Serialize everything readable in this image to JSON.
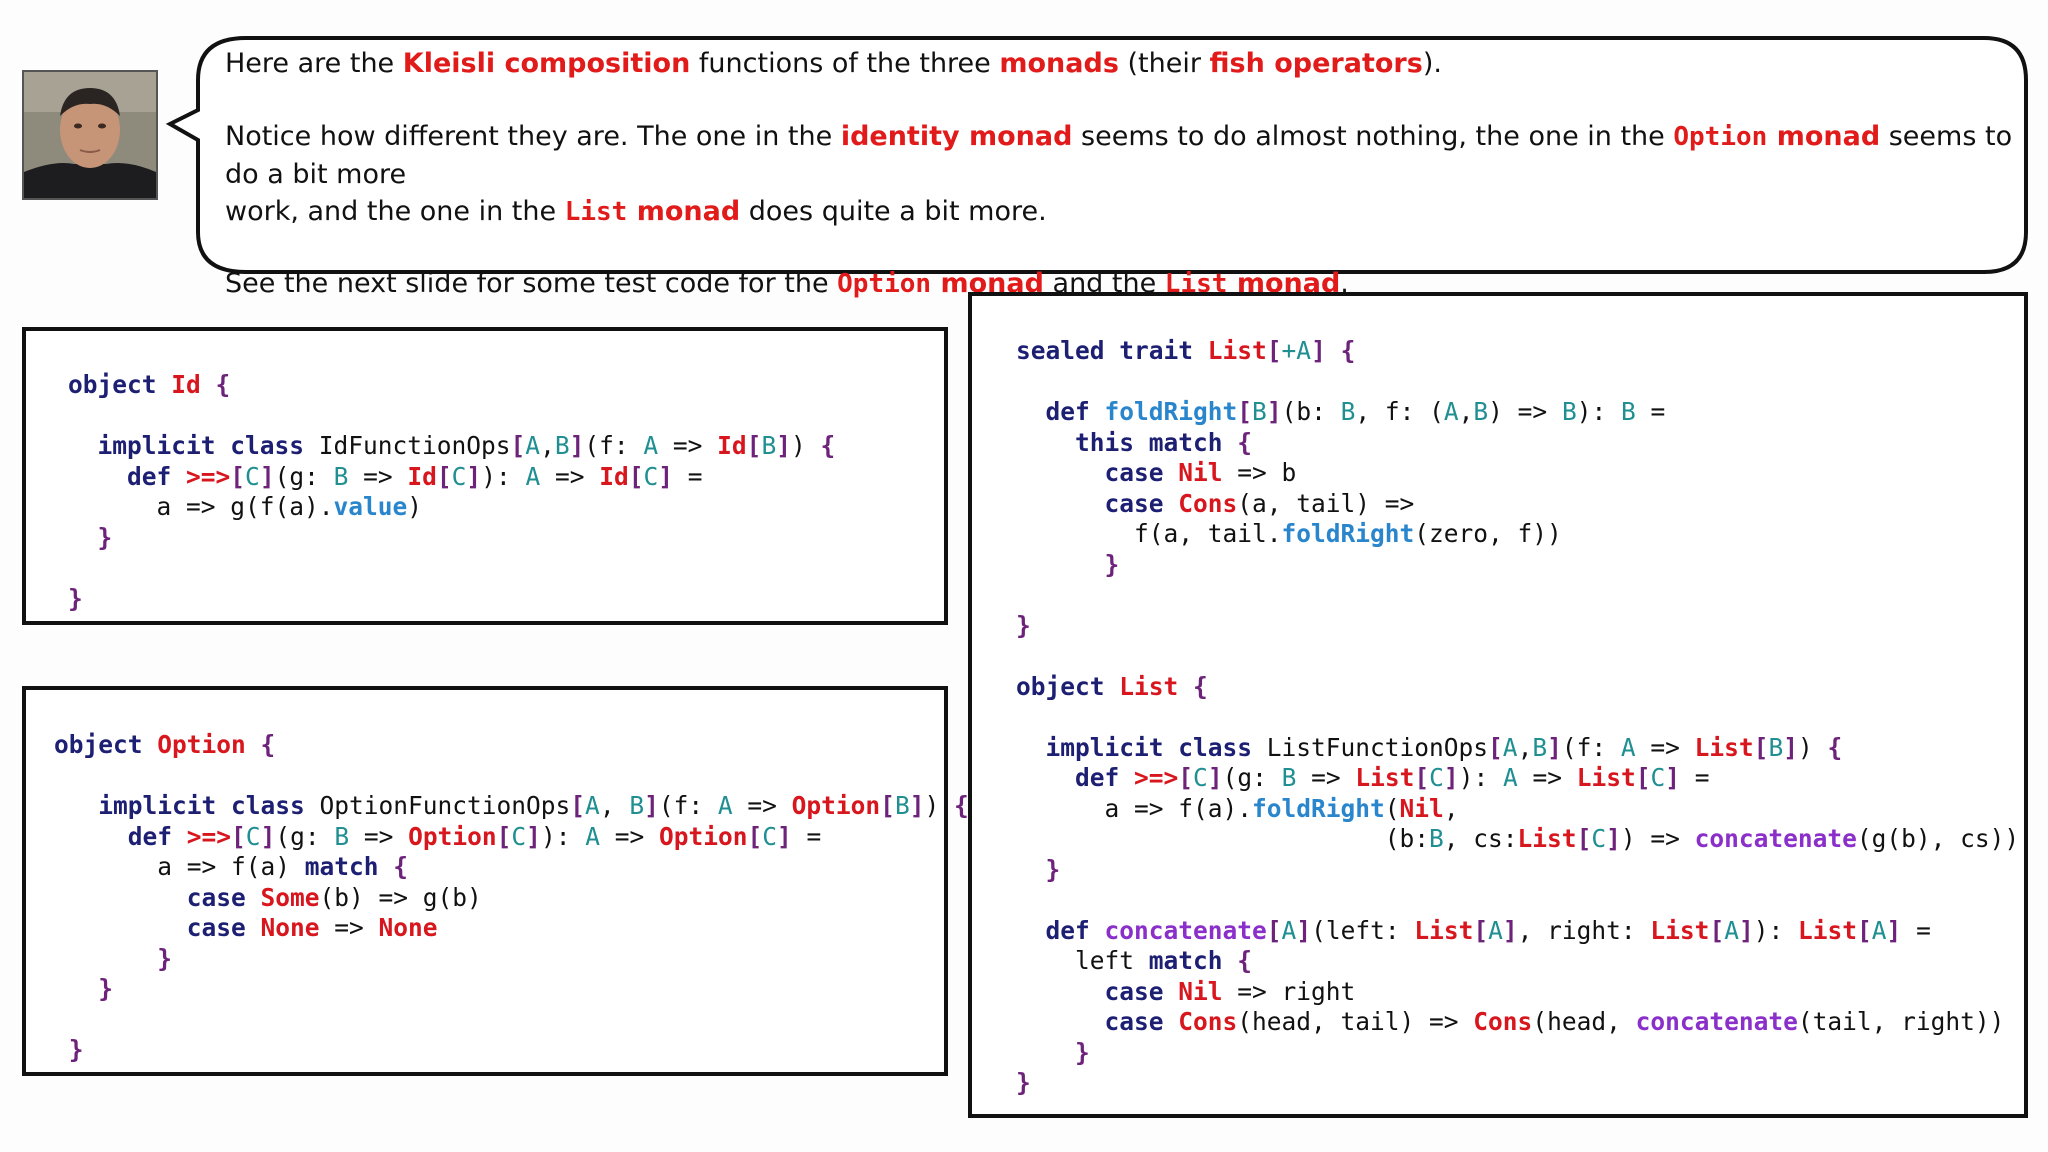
{
  "bubble": {
    "p1": [
      "Here are the ",
      "Kleisli composition",
      " functions of the three ",
      "monads",
      " (their ",
      "fish operators",
      ")."
    ],
    "p2": [
      "Notice how different they are. The one in the ",
      "identity monad",
      " seems to do almost nothing, the one in the ",
      "Option",
      " monad",
      " seems to do a bit more",
      "work, and the one in the ",
      "List",
      " monad",
      " does quite a bit more."
    ],
    "p3": [
      "See the next slide for some test code for the ",
      "Option",
      " monad",
      " and the ",
      "List",
      " monad",
      "."
    ]
  },
  "code_id": [
    [
      [
        "k",
        "object "
      ],
      [
        "r",
        "Id"
      ],
      [
        "p",
        " {"
      ]
    ],
    [
      [
        "",
        ""
      ]
    ],
    [
      [
        "k",
        "  implicit class "
      ],
      [
        "",
        "IdFunctionOps"
      ],
      [
        "p",
        "["
      ],
      [
        "t",
        "A"
      ],
      [
        "",
        ","
      ],
      [
        "t",
        "B"
      ],
      [
        "p",
        "]"
      ],
      [
        "",
        "(f: "
      ],
      [
        "t",
        "A"
      ],
      [
        "",
        " => "
      ],
      [
        "r",
        "Id"
      ],
      [
        "p",
        "["
      ],
      [
        "t",
        "B"
      ],
      [
        "p",
        "]"
      ],
      [
        "",
        ") "
      ],
      [
        "p",
        "{"
      ]
    ],
    [
      [
        "k",
        "    def "
      ],
      [
        "r",
        ">=>"
      ],
      [
        "p",
        "["
      ],
      [
        "t",
        "C"
      ],
      [
        "p",
        "]"
      ],
      [
        "",
        "(g: "
      ],
      [
        "t",
        "B"
      ],
      [
        "",
        " => "
      ],
      [
        "r",
        "Id"
      ],
      [
        "p",
        "["
      ],
      [
        "t",
        "C"
      ],
      [
        "p",
        "]"
      ],
      [
        "",
        "): "
      ],
      [
        "t",
        "A"
      ],
      [
        "",
        " => "
      ],
      [
        "r",
        "Id"
      ],
      [
        "p",
        "["
      ],
      [
        "t",
        "C"
      ],
      [
        "p",
        "]"
      ],
      [
        "",
        " ="
      ]
    ],
    [
      [
        "",
        "      a => g(f(a)."
      ],
      [
        "b",
        "value"
      ],
      [
        "",
        ")"
      ]
    ],
    [
      [
        "p",
        "  }"
      ]
    ],
    [
      [
        "",
        ""
      ]
    ],
    [
      [
        "p",
        "}"
      ]
    ]
  ],
  "code_option": [
    [
      [
        "k",
        "object "
      ],
      [
        "r",
        "Option"
      ],
      [
        "p",
        " {"
      ]
    ],
    [
      [
        "",
        ""
      ]
    ],
    [
      [
        "k",
        "   implicit class "
      ],
      [
        "",
        "OptionFunctionOps"
      ],
      [
        "p",
        "["
      ],
      [
        "t",
        "A"
      ],
      [
        "",
        ", "
      ],
      [
        "t",
        "B"
      ],
      [
        "p",
        "]"
      ],
      [
        "",
        "(f: "
      ],
      [
        "t",
        "A"
      ],
      [
        "",
        " => "
      ],
      [
        "r",
        "Option"
      ],
      [
        "p",
        "["
      ],
      [
        "t",
        "B"
      ],
      [
        "p",
        "]"
      ],
      [
        "",
        ") "
      ],
      [
        "p",
        "{"
      ]
    ],
    [
      [
        "k",
        "     def "
      ],
      [
        "r",
        ">=>"
      ],
      [
        "p",
        "["
      ],
      [
        "t",
        "C"
      ],
      [
        "p",
        "]"
      ],
      [
        "",
        "(g: "
      ],
      [
        "t",
        "B"
      ],
      [
        "",
        " => "
      ],
      [
        "r",
        "Option"
      ],
      [
        "p",
        "["
      ],
      [
        "t",
        "C"
      ],
      [
        "p",
        "]"
      ],
      [
        "",
        "): "
      ],
      [
        "t",
        "A"
      ],
      [
        "",
        " => "
      ],
      [
        "r",
        "Option"
      ],
      [
        "p",
        "["
      ],
      [
        "t",
        "C"
      ],
      [
        "p",
        "]"
      ],
      [
        "",
        " ="
      ]
    ],
    [
      [
        "",
        "       a => f(a) "
      ],
      [
        "k",
        "match "
      ],
      [
        "p",
        "{"
      ]
    ],
    [
      [
        "k",
        "         case "
      ],
      [
        "r",
        "Some"
      ],
      [
        "",
        "(b) => g(b)"
      ]
    ],
    [
      [
        "k",
        "         case "
      ],
      [
        "r",
        "None"
      ],
      [
        "",
        " => "
      ],
      [
        "r",
        "None"
      ]
    ],
    [
      [
        "p",
        "       }"
      ]
    ],
    [
      [
        "p",
        "   }"
      ]
    ],
    [
      [
        "",
        ""
      ]
    ],
    [
      [
        "p",
        " }"
      ]
    ]
  ],
  "code_list": [
    [
      [
        "k",
        "sealed trait "
      ],
      [
        "r",
        "List"
      ],
      [
        "p",
        "["
      ],
      [
        "t",
        "+A"
      ],
      [
        "p",
        "]"
      ],
      [
        "p",
        " {"
      ]
    ],
    [
      [
        "",
        ""
      ]
    ],
    [
      [
        "k",
        "  def "
      ],
      [
        "b",
        "foldRight"
      ],
      [
        "p",
        "["
      ],
      [
        "t",
        "B"
      ],
      [
        "p",
        "]"
      ],
      [
        "",
        "(b: "
      ],
      [
        "t",
        "B"
      ],
      [
        "",
        ", f: ("
      ],
      [
        "t",
        "A"
      ],
      [
        "",
        ","
      ],
      [
        "t",
        "B"
      ],
      [
        "",
        ") => "
      ],
      [
        "t",
        "B"
      ],
      [
        "",
        "): "
      ],
      [
        "t",
        "B"
      ],
      [
        "",
        " ="
      ]
    ],
    [
      [
        "k",
        "    this match "
      ],
      [
        "p",
        "{"
      ]
    ],
    [
      [
        "k",
        "      case "
      ],
      [
        "r",
        "Nil"
      ],
      [
        "",
        " => b"
      ]
    ],
    [
      [
        "k",
        "      case "
      ],
      [
        "r",
        "Cons"
      ],
      [
        "",
        "(a, tail) =>"
      ]
    ],
    [
      [
        "",
        "        f(a, tail."
      ],
      [
        "b",
        "foldRight"
      ],
      [
        "",
        "(zero, f))"
      ]
    ],
    [
      [
        "p",
        "      }"
      ]
    ],
    [
      [
        "",
        ""
      ]
    ],
    [
      [
        "p",
        "}"
      ]
    ],
    [
      [
        "",
        ""
      ]
    ],
    [
      [
        "k",
        "object "
      ],
      [
        "r",
        "List"
      ],
      [
        "p",
        " {"
      ]
    ],
    [
      [
        "",
        ""
      ]
    ],
    [
      [
        "k",
        "  implicit class "
      ],
      [
        "",
        "ListFunctionOps"
      ],
      [
        "p",
        "["
      ],
      [
        "t",
        "A"
      ],
      [
        "",
        ","
      ],
      [
        "t",
        "B"
      ],
      [
        "p",
        "]"
      ],
      [
        "",
        "(f: "
      ],
      [
        "t",
        "A"
      ],
      [
        "",
        " => "
      ],
      [
        "r",
        "List"
      ],
      [
        "p",
        "["
      ],
      [
        "t",
        "B"
      ],
      [
        "p",
        "]"
      ],
      [
        "",
        ") "
      ],
      [
        "p",
        "{"
      ]
    ],
    [
      [
        "k",
        "    def "
      ],
      [
        "r",
        ">=>"
      ],
      [
        "p",
        "["
      ],
      [
        "t",
        "C"
      ],
      [
        "p",
        "]"
      ],
      [
        "",
        "(g: "
      ],
      [
        "t",
        "B"
      ],
      [
        "",
        " => "
      ],
      [
        "r",
        "List"
      ],
      [
        "p",
        "["
      ],
      [
        "t",
        "C"
      ],
      [
        "p",
        "]"
      ],
      [
        "",
        "): "
      ],
      [
        "t",
        "A"
      ],
      [
        "",
        " => "
      ],
      [
        "r",
        "List"
      ],
      [
        "p",
        "["
      ],
      [
        "t",
        "C"
      ],
      [
        "p",
        "]"
      ],
      [
        "",
        " ="
      ]
    ],
    [
      [
        "",
        "      a => f(a)."
      ],
      [
        "b",
        "foldRight"
      ],
      [
        "",
        "("
      ],
      [
        "r",
        "Nil"
      ],
      [
        "",
        ","
      ]
    ],
    [
      [
        "",
        "                         (b:"
      ],
      [
        "t",
        "B"
      ],
      [
        "",
        ", cs:"
      ],
      [
        "r",
        "List"
      ],
      [
        "p",
        "["
      ],
      [
        "t",
        "C"
      ],
      [
        "p",
        "]"
      ],
      [
        "",
        ") => "
      ],
      [
        "v",
        "concatenate"
      ],
      [
        "",
        "(g(b), cs))"
      ]
    ],
    [
      [
        "p",
        "  }"
      ]
    ],
    [
      [
        "",
        ""
      ]
    ],
    [
      [
        "k",
        "  def "
      ],
      [
        "v",
        "concatenate"
      ],
      [
        "p",
        "["
      ],
      [
        "t",
        "A"
      ],
      [
        "p",
        "]"
      ],
      [
        "",
        "(left: "
      ],
      [
        "r",
        "List"
      ],
      [
        "p",
        "["
      ],
      [
        "t",
        "A"
      ],
      [
        "p",
        "]"
      ],
      [
        "",
        ", right: "
      ],
      [
        "r",
        "List"
      ],
      [
        "p",
        "["
      ],
      [
        "t",
        "A"
      ],
      [
        "p",
        "]"
      ],
      [
        "",
        "): "
      ],
      [
        "r",
        "List"
      ],
      [
        "p",
        "["
      ],
      [
        "t",
        "A"
      ],
      [
        "p",
        "]"
      ],
      [
        "",
        " ="
      ]
    ],
    [
      [
        "",
        "    left "
      ],
      [
        "k",
        "match "
      ],
      [
        "p",
        "{"
      ]
    ],
    [
      [
        "k",
        "      case "
      ],
      [
        "r",
        "Nil"
      ],
      [
        "",
        " => right"
      ]
    ],
    [
      [
        "k",
        "      case "
      ],
      [
        "r",
        "Cons"
      ],
      [
        "",
        "(head, tail) => "
      ],
      [
        "r",
        "Cons"
      ],
      [
        "",
        "(head, "
      ],
      [
        "v",
        "concatenate"
      ],
      [
        "",
        "(tail, right))"
      ]
    ],
    [
      [
        "p",
        "    }"
      ]
    ],
    [
      [
        "p",
        "}"
      ]
    ]
  ]
}
